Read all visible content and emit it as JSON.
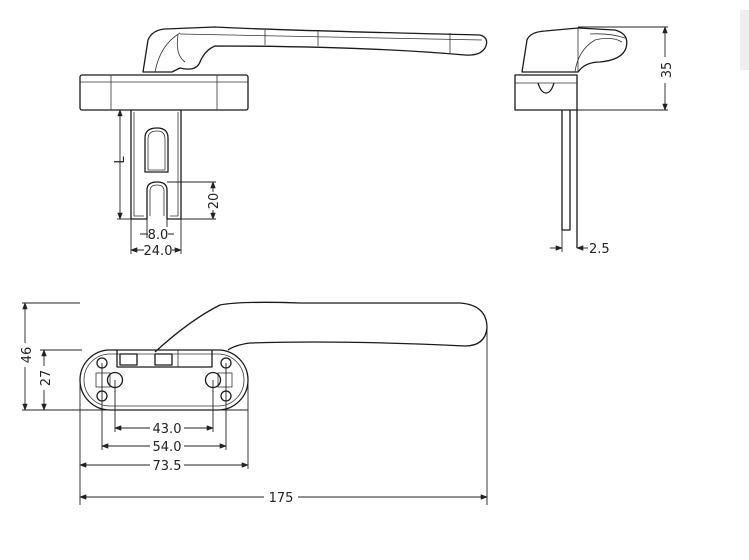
{
  "drawing": {
    "front_view": {
      "length_label": "L",
      "slot_depth": "20",
      "slot_width": "8.0",
      "spindle_width": "24.0"
    },
    "side_view": {
      "height": "35",
      "spindle_thickness": "2.5"
    },
    "plan_view": {
      "total_width": "46",
      "plate_width": "27",
      "inner_hole_spacing": "43.0",
      "outer_hole_spacing": "54.0",
      "plate_length": "73.5",
      "total_length": "175"
    }
  }
}
